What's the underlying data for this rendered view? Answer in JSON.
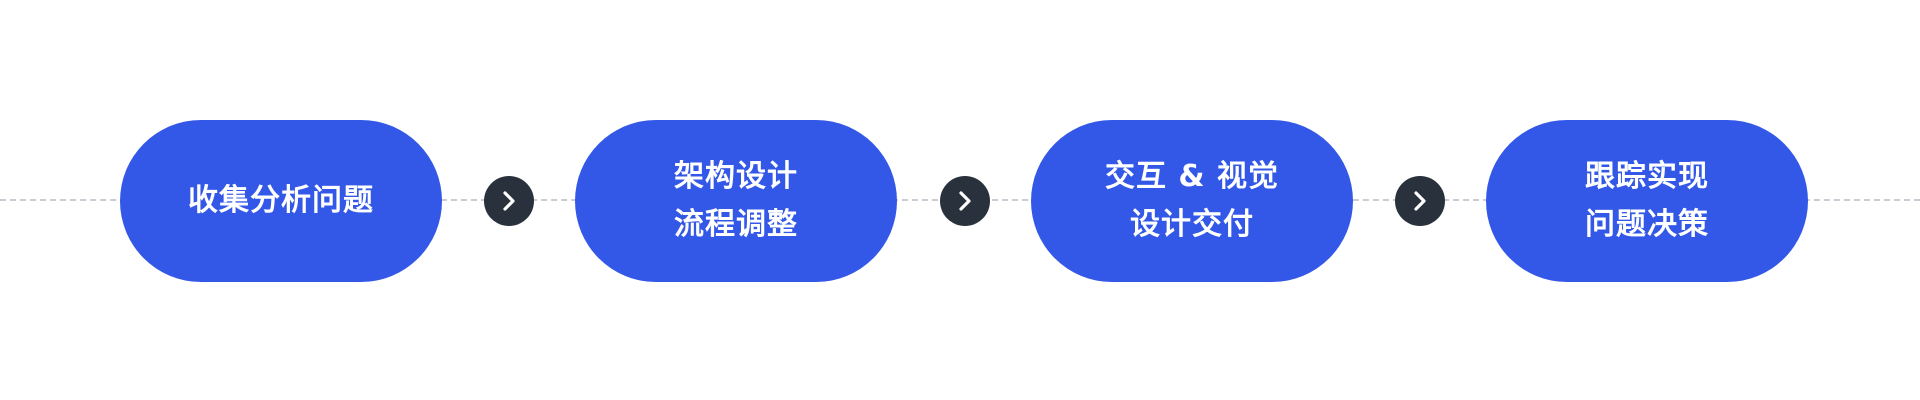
{
  "steps": [
    {
      "lines": [
        "收集分析问题"
      ]
    },
    {
      "lines": [
        "架构设计",
        "流程调整"
      ]
    },
    {
      "lines": [
        "交互 & 视觉",
        "设计交付"
      ]
    },
    {
      "lines": [
        "跟踪实现",
        "问题决策"
      ]
    }
  ],
  "connectors": [
    {
      "icon": "chevron-right-icon"
    },
    {
      "icon": "chevron-right-icon"
    },
    {
      "icon": "chevron-right-icon"
    }
  ],
  "colors": {
    "background": "#ffffff",
    "step_fill": "#3358e8",
    "step_text": "#ffffff",
    "connector_fill": "#29313c",
    "connector_icon": "#ffffff",
    "guide_line": "#c9ccd2"
  }
}
